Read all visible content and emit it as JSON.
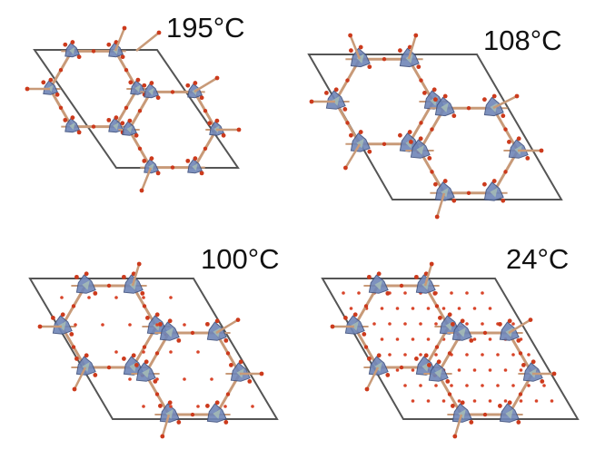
{
  "figure": {
    "panels": [
      {
        "label": "195°C",
        "structure": "open hexagonal framework, empty channels"
      },
      {
        "label": "108°C",
        "structure": "hexagonal framework, rotated linkers"
      },
      {
        "label": "100°C",
        "structure": "hexagonal framework with scattered guest atoms"
      },
      {
        "label": "24°C",
        "structure": "hexagonal framework with channels filled by guest atoms"
      }
    ],
    "colors": {
      "cell_outline": "#555555",
      "cluster_polyhedra": "#6f86b8",
      "cluster_highlight": "#a9c0b6",
      "linker": "#c89a78",
      "oxygen_atoms": "#cc3a1c",
      "guest_atoms": "#d8452a"
    }
  }
}
